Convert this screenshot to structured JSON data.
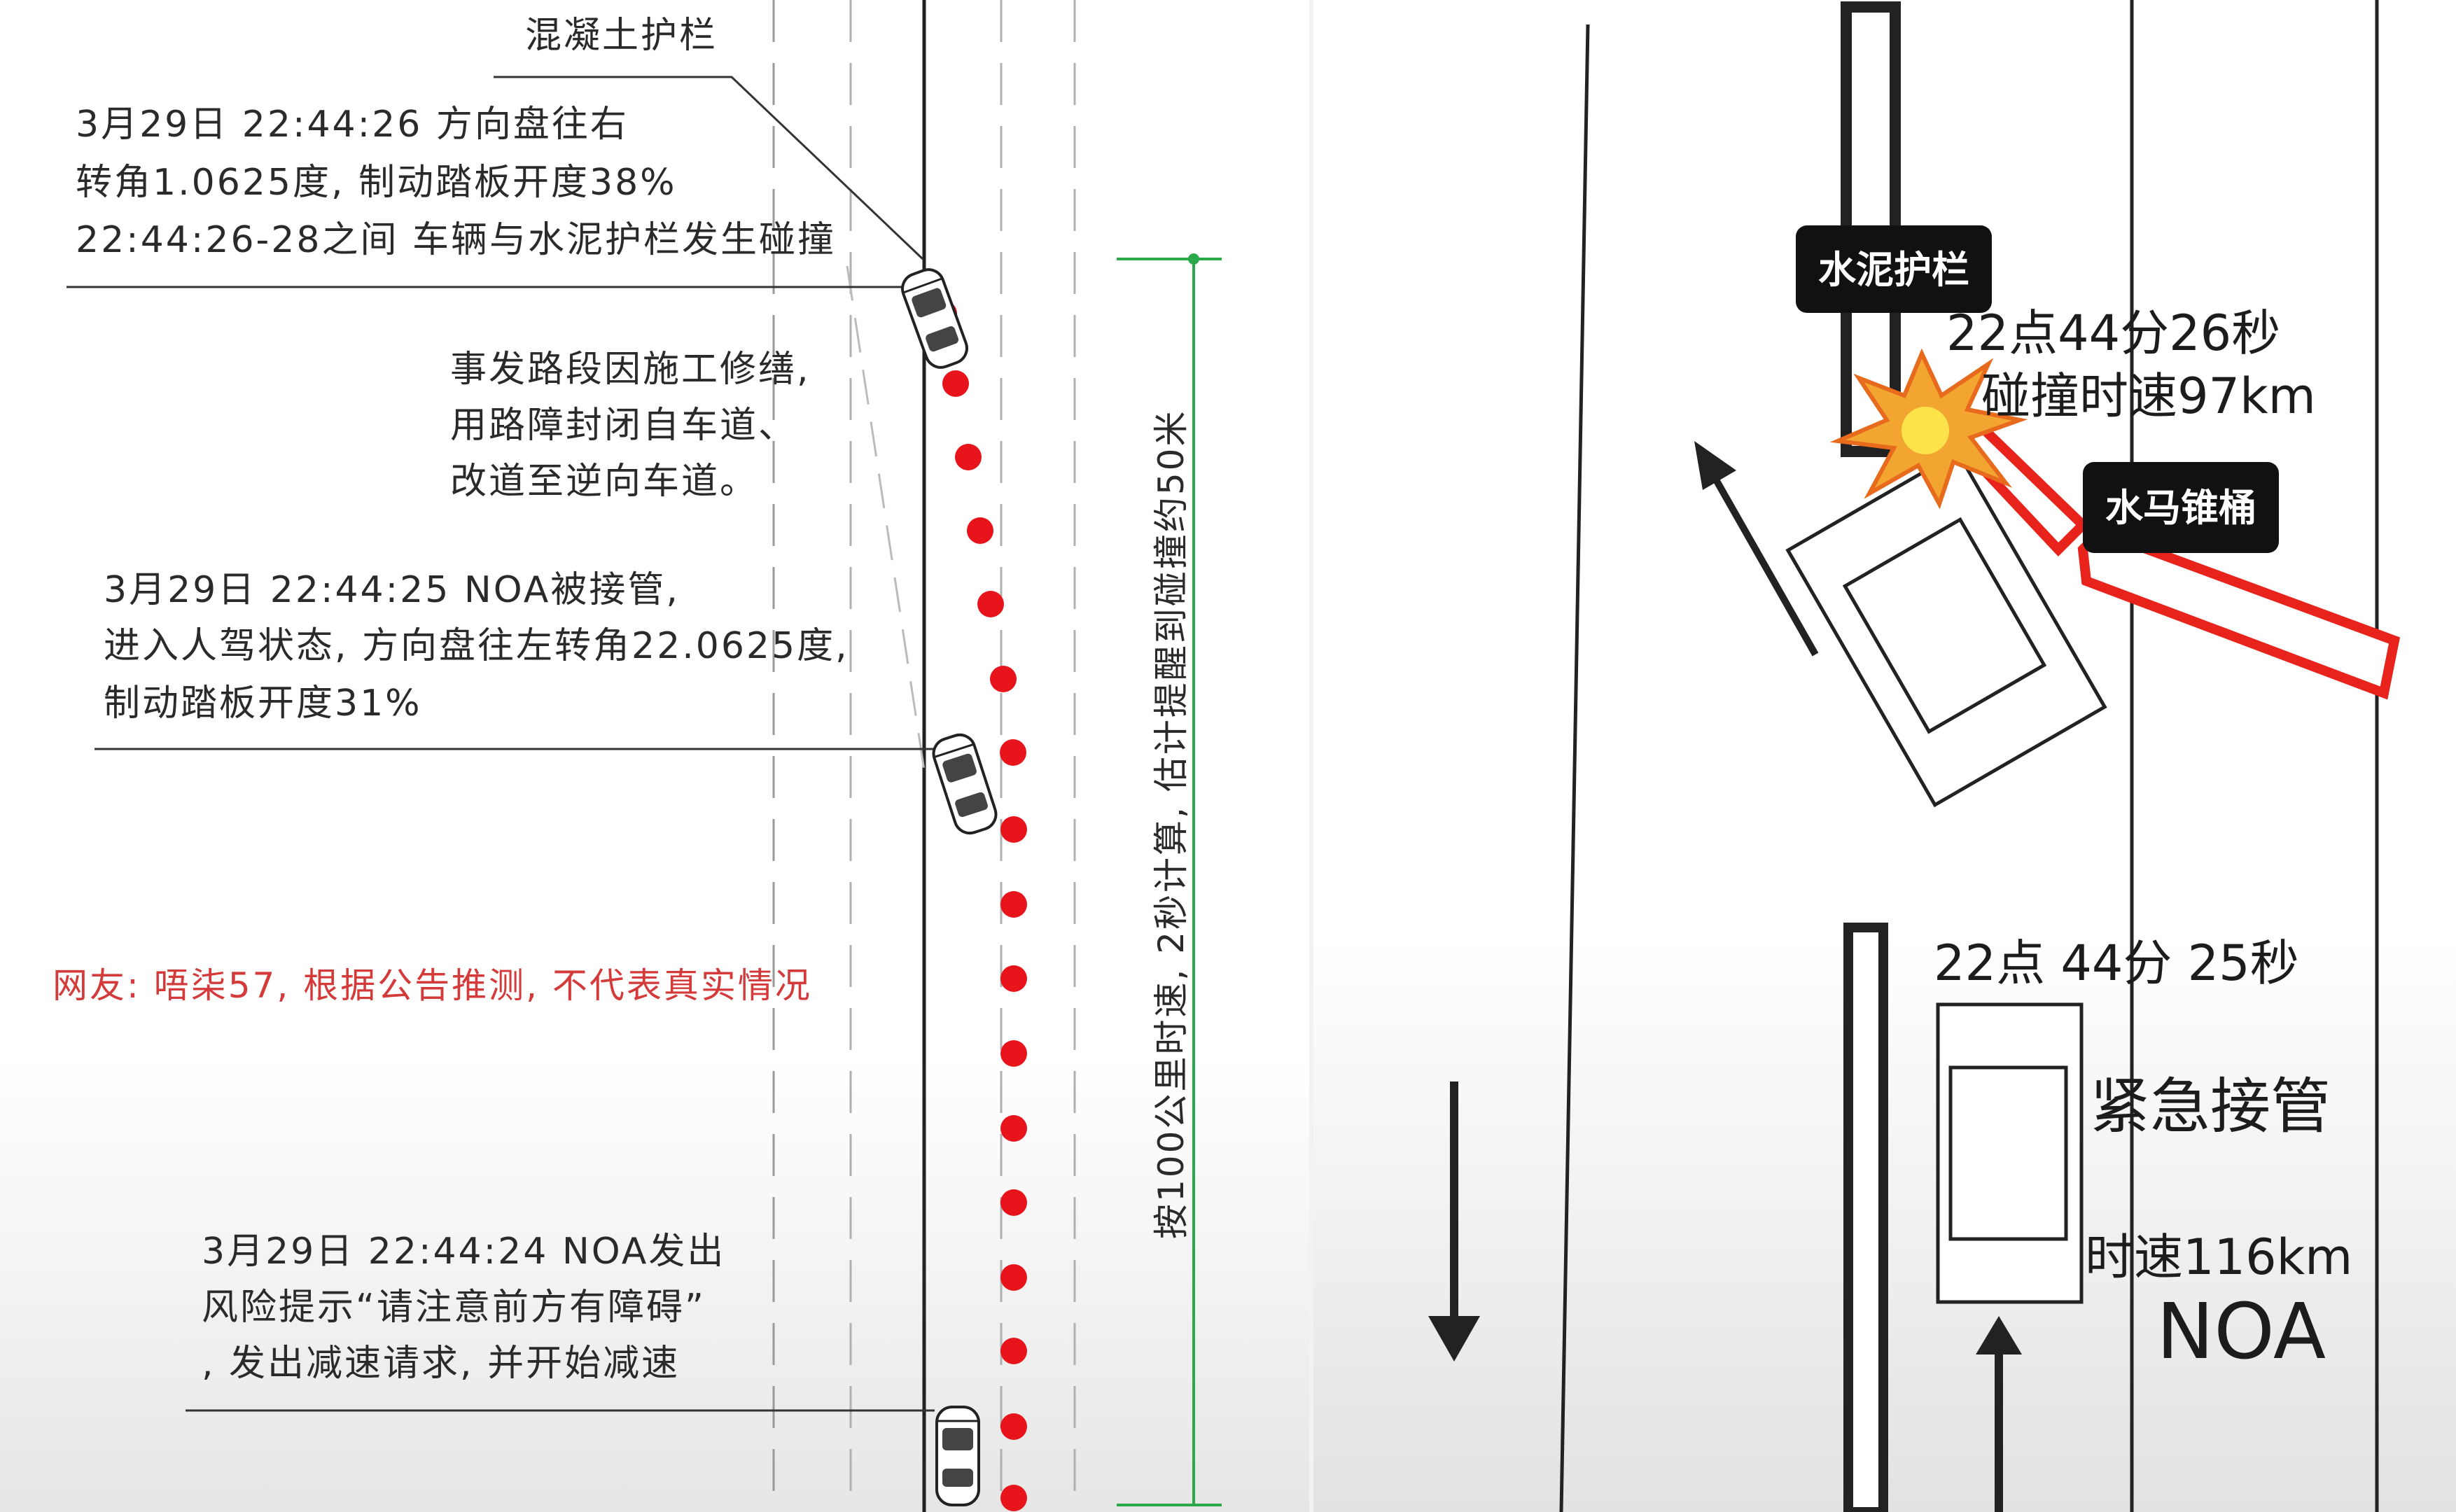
{
  "left_panel": {
    "barrier_label": "混凝土护栏",
    "note_2644_26": [
      "3月29日  22:44:26  方向盘往右",
      "转角1.0625度, 制动踏板开度38%",
      "22:44:26-28之间  车辆与水泥护栏发生碰撞"
    ],
    "note_construction": [
      "事发路段因施工修缮,",
      "用路障封闭自车道、",
      "改道至逆向车道。"
    ],
    "note_2644_25": [
      "3月29日  22:44:25  NOA被接管,",
      "进入人驾状态, 方向盘往左转角22.0625度,",
      "制动踏板开度31%"
    ],
    "netizen_note": "网友: 唔柒57, 根据公告推测, 不代表真实情况",
    "note_2644_24": [
      "3月29日  22:44:24  NOA发出",
      "风险提示“请注意前方有障碍”",
      ", 发出减速请求, 并开始减速"
    ],
    "distance_note": "按100公里时速, 2秒计算, 估计提醒到碰撞约50米",
    "trail_color": "#e8141c"
  },
  "right_panel": {
    "barrier_label": "水泥护栏",
    "cone_label": "水马锥桶",
    "collision_time": "22点44分26秒",
    "collision_speed": "碰撞时速97km",
    "takeover_time": "22点 44分 25秒",
    "takeover_title": "紧急接管",
    "takeover_speed": "时速116km",
    "mode_label": "NOA",
    "cone_color": "#e8231c",
    "label_bg": "#111111"
  }
}
